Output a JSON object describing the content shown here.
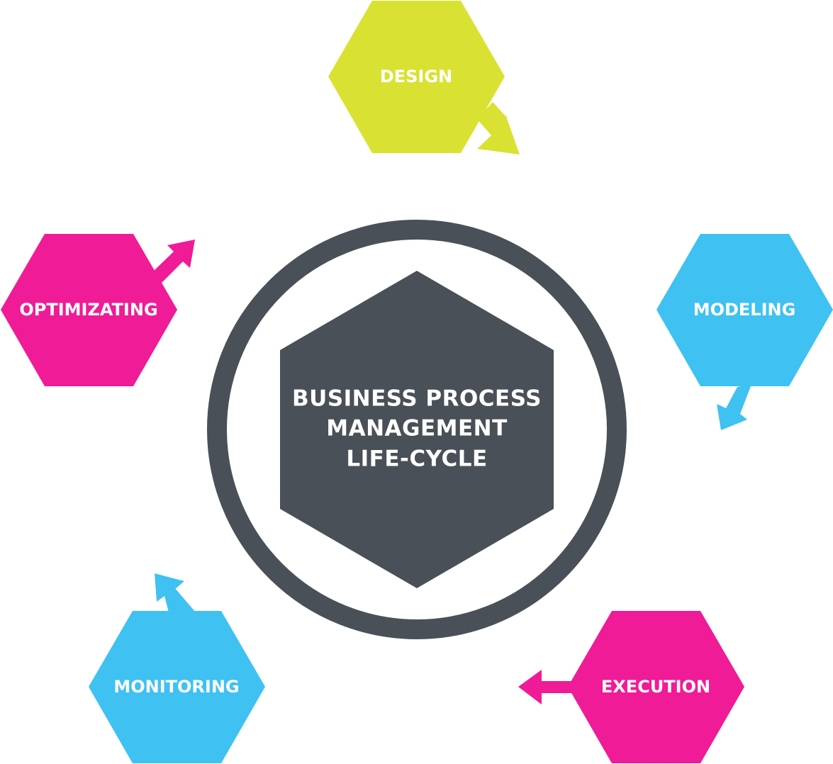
{
  "center": {
    "title_lines": [
      "BUSINESS PROCESS",
      "MANAGEMENT",
      "LIFE-CYCLE"
    ],
    "color": "#495057",
    "ring_color": "#495057"
  },
  "stages": [
    {
      "id": "design",
      "label": "DESIGN",
      "color": "#d9e232",
      "arrow_direction": "down-right"
    },
    {
      "id": "modeling",
      "label": "MODELING",
      "color": "#3fc1f2",
      "arrow_direction": "down-left"
    },
    {
      "id": "execution",
      "label": "EXECUTION",
      "color": "#ef1b97",
      "arrow_direction": "left"
    },
    {
      "id": "monitoring",
      "label": "MONITORING",
      "color": "#3fc1f2",
      "arrow_direction": "up-left"
    },
    {
      "id": "optimizating",
      "label": "OPTIMIZATING",
      "color": "#ef1b97",
      "arrow_direction": "up-right"
    }
  ]
}
